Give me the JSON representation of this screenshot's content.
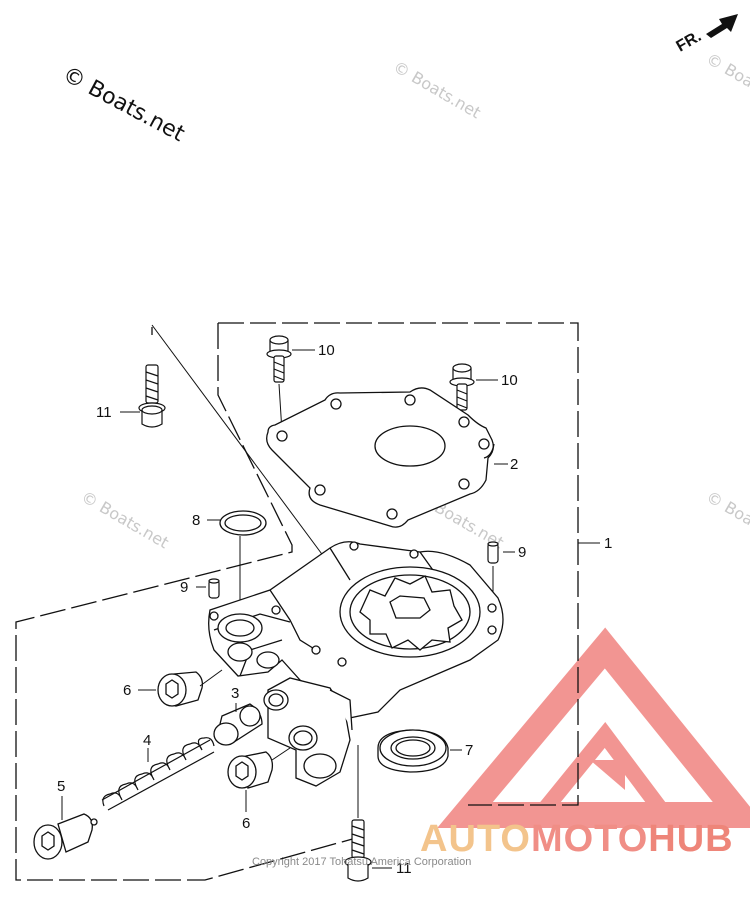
{
  "diagram": {
    "watermark_main": "© Boats.net",
    "watermark_faint": "© Boats.net",
    "direction_label": "FR.",
    "copyright": "Copyright 2017 Tohatsu America Corporation",
    "brand": {
      "part1": "AUTO",
      "part2": "MOTO",
      "part3": "HUB"
    },
    "callouts": [
      "1",
      "2",
      "3",
      "4",
      "5",
      "6",
      "6",
      "7",
      "8",
      "9",
      "9",
      "10",
      "10",
      "11",
      "11"
    ],
    "colors": {
      "line": "#111111",
      "watermark": "#c8c8c8",
      "brand_orange": "#f3c48c",
      "brand_red": "#ee8579",
      "logo_red": "#f0a0a0"
    }
  }
}
